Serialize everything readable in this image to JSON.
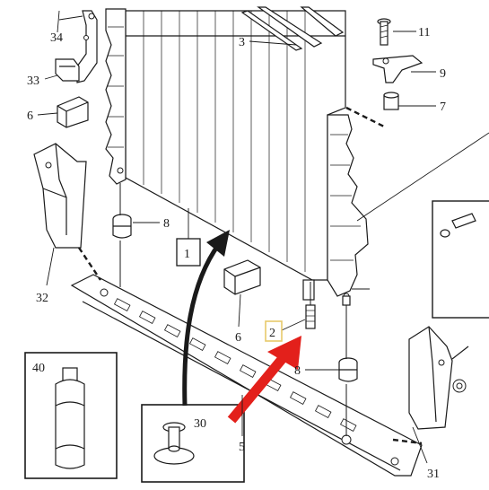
{
  "callouts": [
    {
      "id": "c34",
      "text": "34"
    },
    {
      "id": "c33",
      "text": "33"
    },
    {
      "id": "c6a",
      "text": "6"
    },
    {
      "id": "c32",
      "text": "32"
    },
    {
      "id": "c3",
      "text": "3"
    },
    {
      "id": "c11",
      "text": "11"
    },
    {
      "id": "c9",
      "text": "9"
    },
    {
      "id": "c7",
      "text": "7"
    },
    {
      "id": "c8a",
      "text": "8"
    },
    {
      "id": "c1",
      "text": "1"
    },
    {
      "id": "c6b",
      "text": "6"
    },
    {
      "id": "c2",
      "text": "2"
    },
    {
      "id": "c8b",
      "text": "8"
    },
    {
      "id": "c40",
      "text": "40"
    },
    {
      "id": "c30",
      "text": "30"
    },
    {
      "id": "c5",
      "text": "5"
    },
    {
      "id": "c31",
      "text": "31"
    }
  ],
  "colors": {
    "line": "#1a1a1a",
    "highlight_arrow": "#e3201b",
    "highlight_box": "#e8c96a"
  }
}
